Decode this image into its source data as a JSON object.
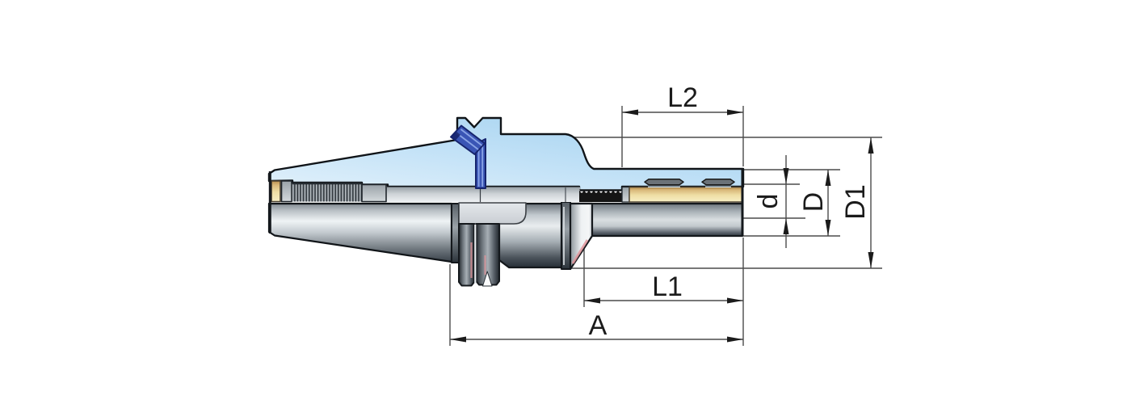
{
  "drawing": {
    "description": "Half-section technical drawing of a taper-shank milling arbor tool holder",
    "dim_labels": {
      "L2": "L2",
      "L1": "L1",
      "A": "A",
      "d": "d",
      "D": "D",
      "D1": "D1"
    },
    "colors": {
      "section_blue": "#aed7f2",
      "section_blue_light": "#e2f1fb",
      "hatch_line": "#41506b",
      "key_blue": "#3a55b5",
      "key_blue_dark": "#16246d",
      "key_blue_light": "#8aa4e6",
      "sleeve_yellow": "#efdfa6",
      "sleeve_yellow_dark": "#bb914e",
      "accent_red": "#e0959b",
      "dim_line": "#4b4b4b",
      "text_color": "#1b1b1b",
      "outline": "#101418",
      "background": "#ffffff"
    }
  }
}
